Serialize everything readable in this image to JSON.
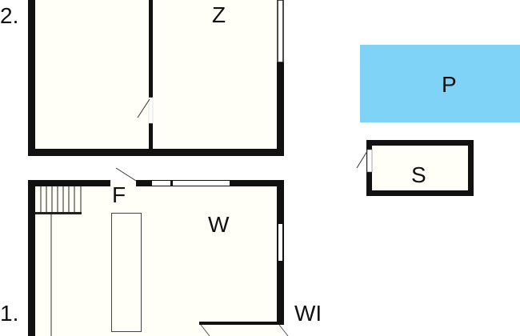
{
  "floors": {
    "upper": {
      "label": "2.",
      "rooms": [
        {
          "label": "Z"
        }
      ]
    },
    "lower": {
      "label": "1.",
      "rooms": [
        {
          "label": "F"
        },
        {
          "label": "W"
        },
        {
          "label": "WI"
        }
      ]
    }
  },
  "outbuildings": [
    {
      "label": "P",
      "color": "#7fd3f7"
    },
    {
      "label": "S"
    }
  ],
  "colors": {
    "wall": "#111111",
    "floor": "#fffef7"
  }
}
